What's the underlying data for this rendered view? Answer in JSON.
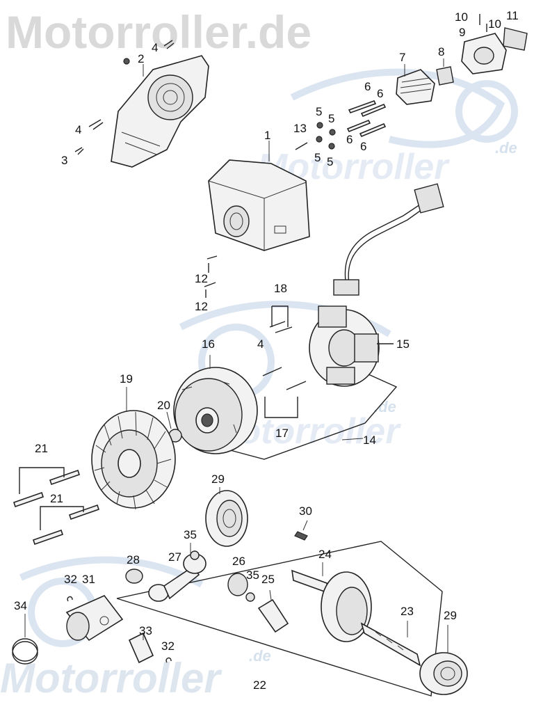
{
  "watermark": {
    "top": "Motorroller.de",
    "middle": "Motorroller",
    "middle_suffix": ".de",
    "bottom": "Motorroller"
  },
  "callouts": {
    "c1": "1",
    "c2": "2",
    "c3": "3",
    "c4a": "4",
    "c4b": "4",
    "c4c": "4",
    "c5a": "5",
    "c5b": "5",
    "c5c": "5",
    "c5d": "5",
    "c6a": "6",
    "c6b": "6",
    "c6c": "6",
    "c6d": "6",
    "c7": "7",
    "c8": "8",
    "c9": "9",
    "c10a": "10",
    "c10b": "10",
    "c11": "11",
    "c12a": "12",
    "c12b": "12",
    "c13": "13",
    "c14": "14",
    "c15": "15",
    "c16": "16",
    "c17": "17",
    "c18": "18",
    "c19": "19",
    "c20": "20",
    "c21a": "21",
    "c21b": "21",
    "c22": "22",
    "c23": "23",
    "c24": "24",
    "c25": "25",
    "c26": "26",
    "c27": "27",
    "c28": "28",
    "c29a": "29",
    "c29b": "29",
    "c30": "30",
    "c31": "31",
    "c32a": "32",
    "c32b": "32",
    "c33": "33",
    "c34": "34",
    "c35a": "35",
    "c35b": "35"
  }
}
